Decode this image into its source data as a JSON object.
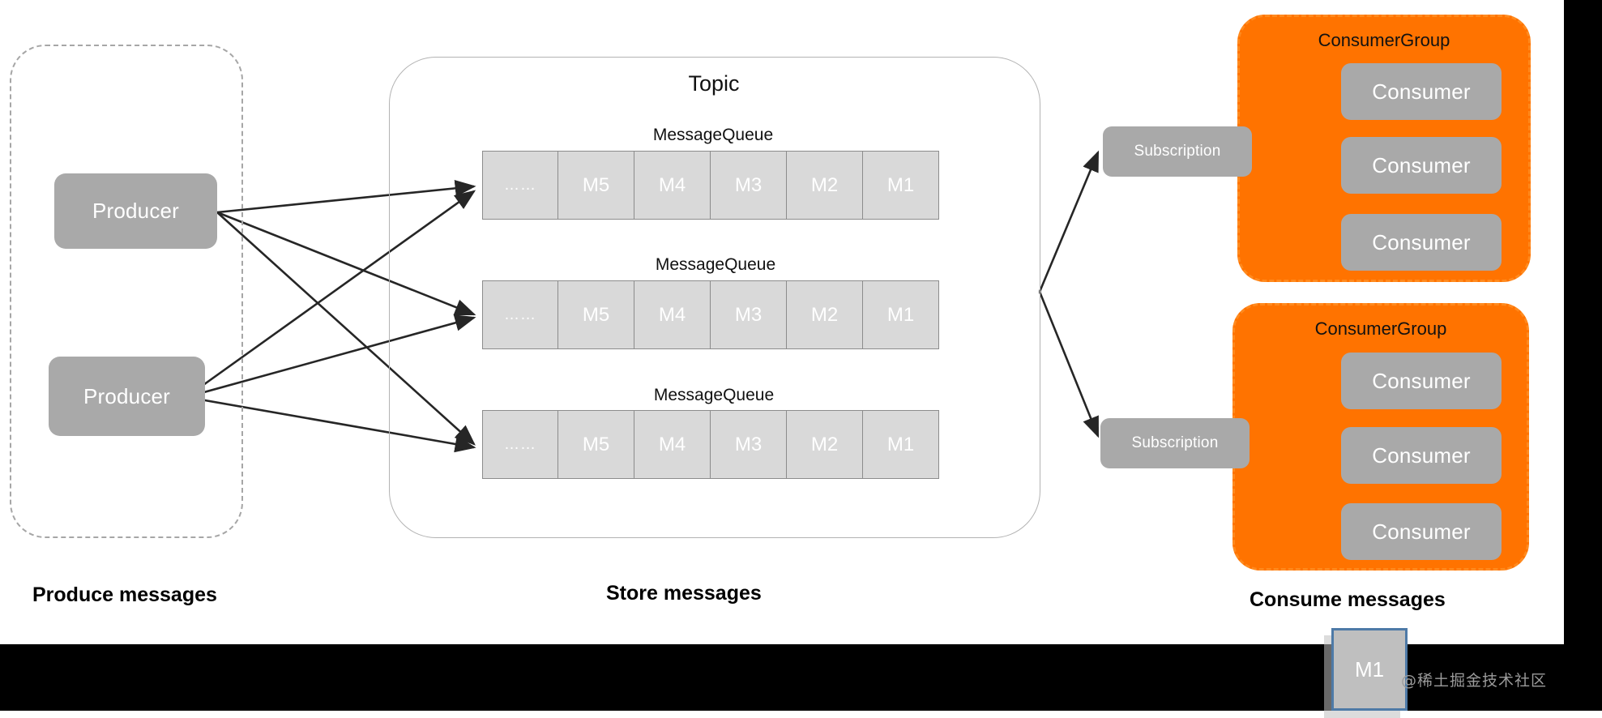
{
  "diagram": {
    "title": "Message queue architecture",
    "colors": {
      "node_grey": "#A9A9A9",
      "cell_grey": "#D9D9D9",
      "consumer_group_orange": "#FF7300",
      "dashed_border_grey": "#A6A6A6",
      "selected_blue": "#4E7AA7",
      "band_black": "#000000"
    },
    "produce": {
      "caption": "Produce messages",
      "producers": [
        {
          "label": "Producer"
        },
        {
          "label": "Producer"
        }
      ]
    },
    "store": {
      "caption": "Store messages",
      "topic_title": "Topic",
      "queues": [
        {
          "label": "MessageQueue",
          "cells": [
            "……",
            "M5",
            "M4",
            "M3",
            "M2",
            "M1"
          ]
        },
        {
          "label": "MessageQueue",
          "cells": [
            "……",
            "M5",
            "M4",
            "M3",
            "M2",
            "M1"
          ]
        },
        {
          "label": "MessageQueue",
          "cells": [
            "……",
            "M5",
            "M4",
            "M3",
            "M2",
            "M1"
          ]
        }
      ]
    },
    "consume": {
      "caption": "Consume messages",
      "subscriptions": [
        {
          "label": "Subscription"
        },
        {
          "label": "Subscription"
        }
      ],
      "consumer_groups": [
        {
          "title": "ConsumerGroup",
          "consumers": [
            {
              "label": "Consumer"
            },
            {
              "label": "Consumer"
            },
            {
              "label": "Consumer"
            }
          ]
        },
        {
          "title": "ConsumerGroup",
          "consumers": [
            {
              "label": "Consumer"
            },
            {
              "label": "Consumer"
            },
            {
              "label": "Consumer"
            }
          ]
        }
      ]
    },
    "selected_message": {
      "label": "M1"
    },
    "watermark": {
      "text": "@稀土掘金技术社区"
    }
  }
}
